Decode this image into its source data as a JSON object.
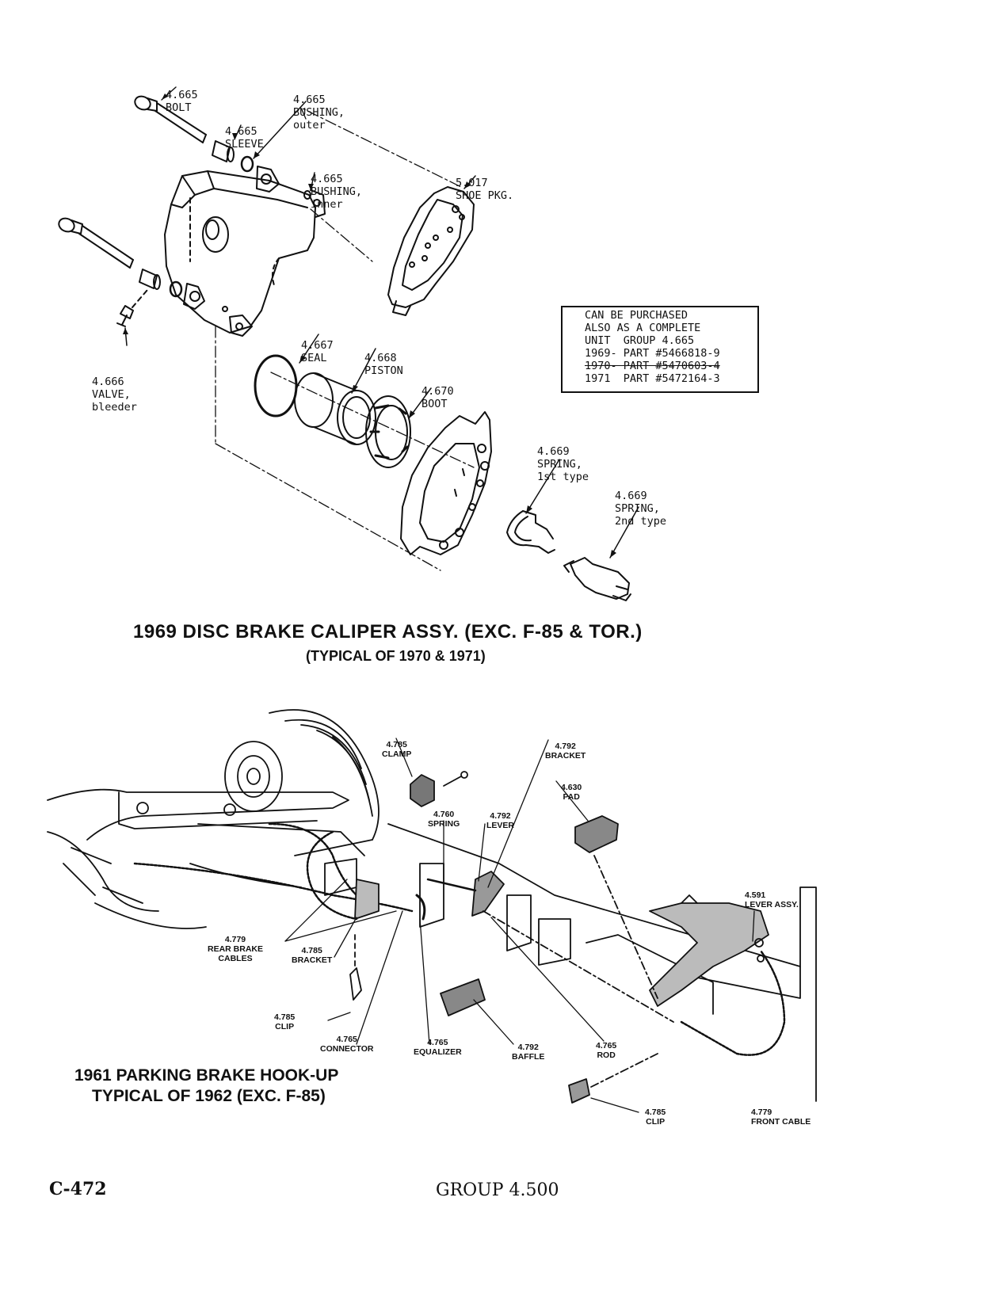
{
  "caliper_diagram": {
    "labels": {
      "bolt": [
        "4.665",
        "BOLT"
      ],
      "bushing_outer": [
        "4.665",
        "BUSHING,",
        "outer"
      ],
      "sleeve": [
        "4.665",
        "SLEEVE"
      ],
      "bushing_inner": [
        "4.665",
        "BUSHING,",
        "inner"
      ],
      "shoe_pkg": [
        "5.017",
        "SHOE PKG."
      ],
      "seal": [
        "4.667",
        "SEAL"
      ],
      "piston": [
        "4.668",
        "PISTON"
      ],
      "boot": [
        "4.670",
        "BOOT"
      ],
      "valve": [
        "4.666",
        "VALVE,",
        "bleeder"
      ],
      "spring_1st": [
        "4.669",
        "SPRING,",
        "1st type"
      ],
      "spring_2nd": [
        "4.669",
        "SPRING,",
        "2nd type"
      ]
    },
    "note_box": {
      "lines": [
        "CAN BE PURCHASED",
        "ALSO AS A COMPLETE",
        "UNIT  GROUP 4.665",
        "1969- PART #5466818-9"
      ],
      "struck_line": "1970- PART #5470603-4",
      "last_line": "1971  PART #5472164-3"
    },
    "title": "1969 DISC BRAKE CALIPER ASSY. (EXC. F-85 & TOR.)",
    "subtitle": "(TYPICAL OF 1970 & 1971)"
  },
  "parking_diagram": {
    "labels": {
      "clamp": [
        "4.785",
        "CLAMP"
      ],
      "bracket_top": [
        "4.792",
        "BRACKET"
      ],
      "pad": [
        "4.630",
        "PAD"
      ],
      "spring": [
        "4.760",
        "SPRING"
      ],
      "lever": [
        "4.792",
        "LEVER"
      ],
      "lever_assy": [
        "4.591",
        "LEVER ASSY."
      ],
      "rear_cables": [
        "4.779",
        "REAR BRAKE",
        "CABLES"
      ],
      "bracket_low": [
        "4.785",
        "BRACKET"
      ],
      "clip_left": [
        "4.785",
        "CLIP"
      ],
      "connector": [
        "4.765",
        "CONNECTOR"
      ],
      "equalizer": [
        "4.765",
        "EQUALIZER"
      ],
      "baffle": [
        "4.792",
        "BAFFLE"
      ],
      "rod": [
        "4.765",
        "ROD"
      ],
      "clip_right": [
        "4.785",
        "CLIP"
      ],
      "front_cable": [
        "4.779",
        "FRONT CABLE"
      ]
    },
    "title_line1": "1961 PARKING BRAKE HOOK-UP",
    "title_line2": "TYPICAL OF 1962 (EXC. F-85)"
  },
  "footer": {
    "page_code": "C-472",
    "group": "GROUP 4.500"
  }
}
